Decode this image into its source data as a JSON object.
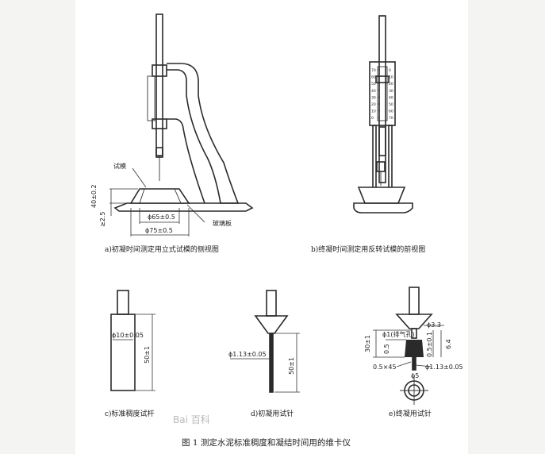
{
  "figure_caption": "图 1  测定水泥标准稠度和凝结时间用的维卡仪",
  "watermark": "Bai 百科",
  "panels": {
    "a": {
      "caption": "a)初凝时间测定用立式试模的侧视图",
      "label_mold": "试模",
      "label_glass": "玻璃板",
      "dim_height": "40±0.2",
      "dim_base": "≥2.5",
      "dim_d65": "ϕ65±0.5",
      "dim_d75": "ϕ75±0.5"
    },
    "b": {
      "caption": "b)终凝时间测定用反转试模的前视图",
      "scale_left": [
        "70",
        "60",
        "50",
        "40",
        "30",
        "20",
        "10",
        "0"
      ],
      "scale_right": [
        "0",
        "10",
        "20",
        "30",
        "40",
        "50",
        "60",
        "70"
      ]
    },
    "c": {
      "caption": "c)标准稠度试杆",
      "dim_diameter": "ϕ10±0.05",
      "dim_length": "50±1"
    },
    "d": {
      "caption": "d)初凝用试针",
      "dim_diameter": "ϕ1.13±0.05",
      "dim_length": "50±1"
    },
    "e": {
      "caption": "e)终凝用试针",
      "dim_top": "ϕ3.3",
      "dim_vent": "ϕ1(排气孔)",
      "dim_30": "30±1",
      "dim_05": "0.5",
      "dim_05b": "0.5±0.1",
      "dim_64": "6.4",
      "dim_chamfer": "0.5×45",
      "dim_5": "ϕ5",
      "dim_113": "ϕ1.13±0.05"
    }
  }
}
